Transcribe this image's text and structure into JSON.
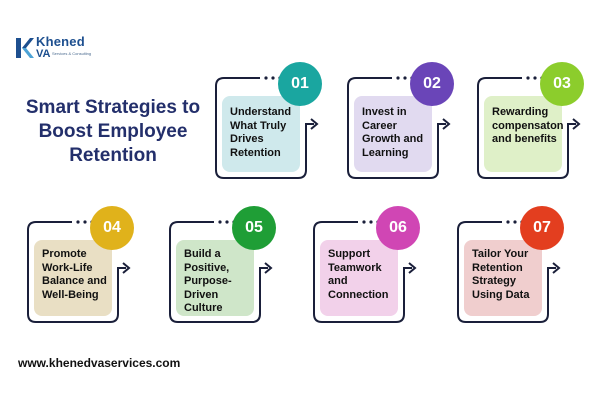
{
  "brand": {
    "name": "Khened",
    "sub": "VA",
    "tagline": "Services & Consulting",
    "colors": {
      "primary": "#1d4f8f",
      "accent": "#4da3d6"
    }
  },
  "headline": [
    "Smart Strategies to",
    "Boost Employee",
    "Retention"
  ],
  "website": "www.khenedvaservices.com",
  "cards": [
    {
      "number": "01",
      "lines": [
        "Understand",
        "What Truly",
        "Drives",
        "Retention"
      ],
      "badge_color": "#1aa6a0",
      "box_color": "#cfe9ec"
    },
    {
      "number": "02",
      "lines": [
        "Invest in",
        "Career",
        "Growth and",
        "Learning"
      ],
      "badge_color": "#6a45b8",
      "box_color": "#e1daf0"
    },
    {
      "number": "03",
      "lines": [
        "Rewarding",
        "compensaton",
        "and benefits"
      ],
      "badge_color": "#8ccd2c",
      "box_color": "#dff0c8"
    },
    {
      "number": "04",
      "lines": [
        "Promote",
        "Work-Life",
        "Balance and",
        "Well-Being"
      ],
      "badge_color": "#e0b21b",
      "box_color": "#e9dfc4"
    },
    {
      "number": "05",
      "lines": [
        "Build a",
        "Positive,",
        "Purpose-",
        "Driven",
        "Culture"
      ],
      "badge_color": "#1f9e36",
      "box_color": "#cfe6c9"
    },
    {
      "number": "06",
      "lines": [
        "Support",
        "Teamwork",
        "and",
        "Connection"
      ],
      "badge_color": "#d046b4",
      "box_color": "#f2d1ea"
    },
    {
      "number": "07",
      "lines": [
        "Tailor Your",
        "Retention",
        "Strategy",
        "Using Data"
      ],
      "badge_color": "#e33e1f",
      "box_color": "#f0cece"
    }
  ]
}
